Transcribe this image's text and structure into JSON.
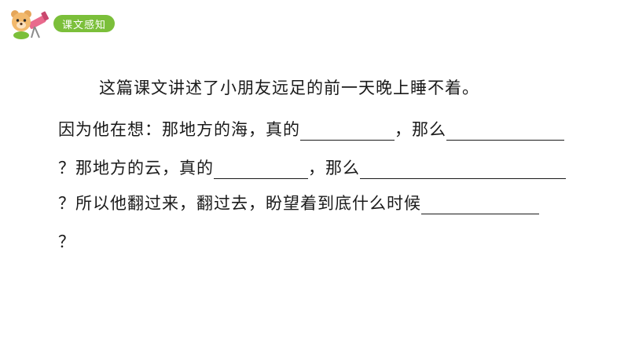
{
  "header": {
    "badge_label": "课文感知",
    "mascot_icon": "bear-telescope-icon",
    "accent_color": "#7bbf3a"
  },
  "body": {
    "line1": "这篇课文讲述了小朋友远足的前一天晚上睡不着。",
    "line2_a": "因为他在想：那地方的海，真的",
    "line2_b": "，那么",
    "line3_a": "？那地方的云，真的",
    "line3_b": "，那么",
    "line4": "？所以他翻过来，翻过去，盼望着到底什么时候",
    "line5": "？"
  }
}
